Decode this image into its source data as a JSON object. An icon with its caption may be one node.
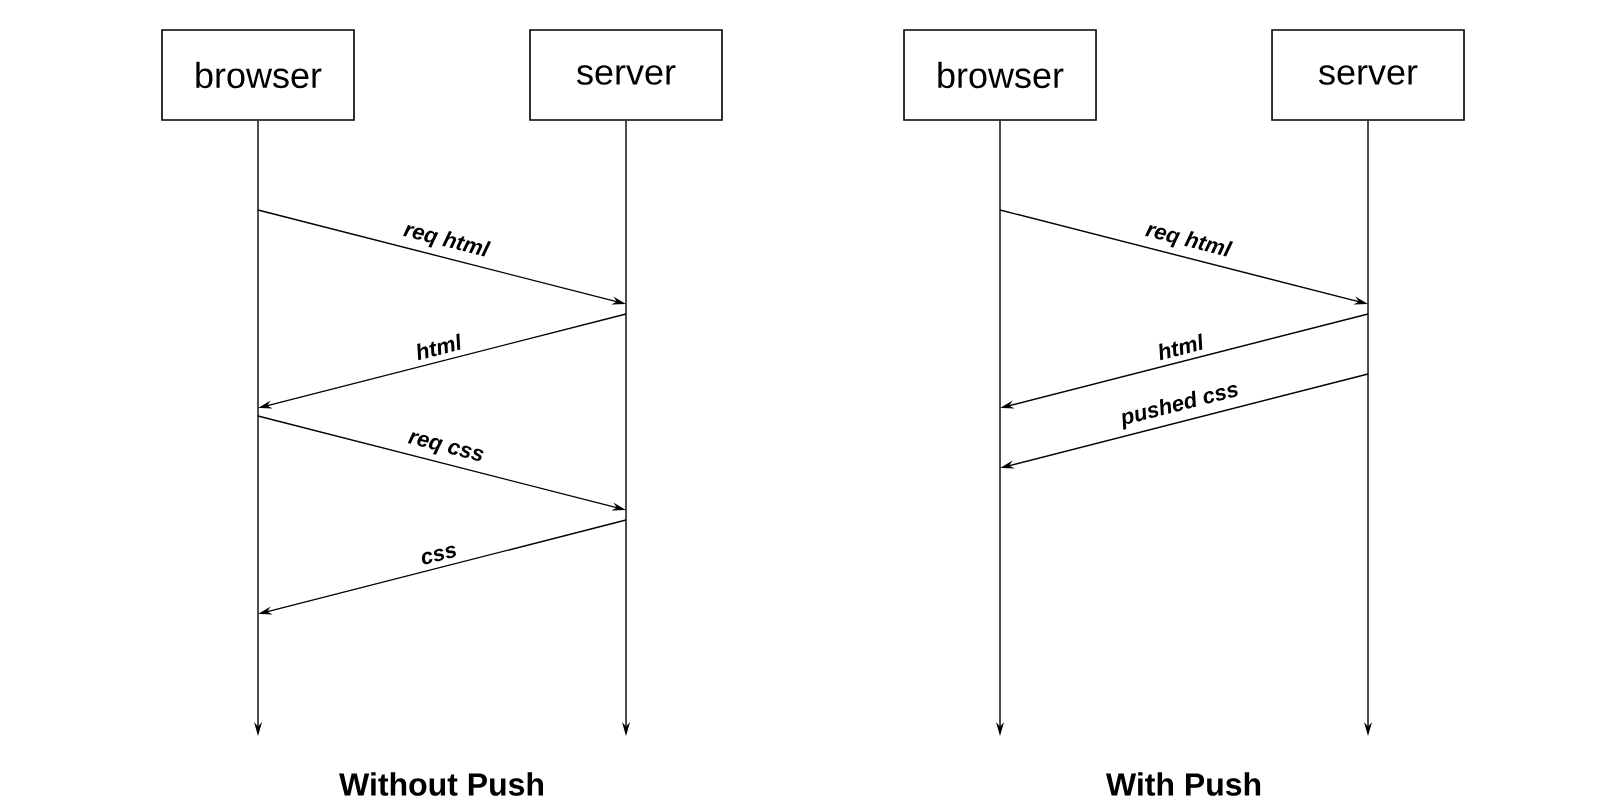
{
  "diagram": {
    "nodes": [
      {
        "text": [
          "browser"
        ]
      },
      {
        "text": [
          "server"
        ]
      },
      {
        "text": [
          "browser"
        ]
      },
      {
        "text": [
          "server"
        ]
      }
    ],
    "edges": [
      {
        "from": 0,
        "to": 1,
        "arrow": "to",
        "label": "req html"
      },
      {
        "from": 1,
        "to": 0,
        "arrow": "to",
        "label": "html"
      },
      {
        "from": 0,
        "to": 1,
        "arrow": "to",
        "label": "req css"
      },
      {
        "from": 1,
        "to": 0,
        "arrow": "to",
        "label": "css"
      },
      {
        "from": 2,
        "to": 3,
        "arrow": "to",
        "label": "req html"
      },
      {
        "from": 3,
        "to": 2,
        "arrow": "to",
        "label": "html"
      },
      {
        "from": 3,
        "to": 2,
        "arrow": "to",
        "label": "pushed css"
      }
    ],
    "labels": [
      "Without Push",
      "With Push"
    ]
  }
}
